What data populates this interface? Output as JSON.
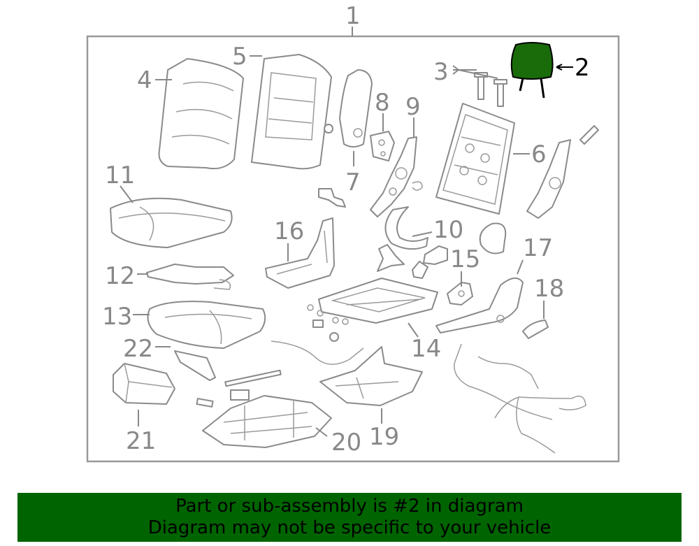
{
  "callouts": {
    "c1": "1",
    "c2": "2",
    "c3": "3",
    "c4": "4",
    "c5": "5",
    "c6": "6",
    "c7": "7",
    "c8": "8",
    "c9": "9",
    "c10": "10",
    "c11": "11",
    "c12": "12",
    "c13": "13",
    "c14": "14",
    "c15": "15",
    "c16": "16",
    "c17": "17",
    "c18": "18",
    "c19": "19",
    "c20": "20",
    "c21": "21",
    "c22": "22"
  },
  "highlight": {
    "part": "2",
    "color": "#1a6b0a"
  },
  "banner": {
    "line1": "Part or sub-assembly is #2 in diagram",
    "line2": "Diagram may not be specific to your vehicle",
    "color": "#006400"
  }
}
